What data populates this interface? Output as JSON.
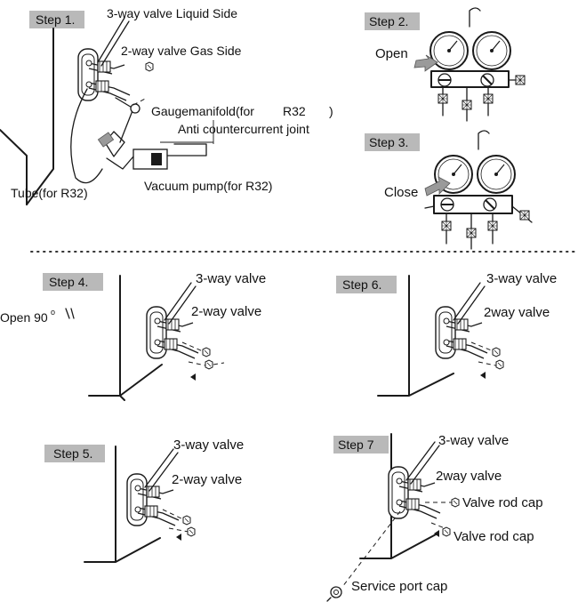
{
  "steps": {
    "step1": "Step 1.",
    "step2": "Step 2.",
    "step3": "Step 3.",
    "step4": "Step 4.",
    "step5": "Step 5.",
    "step6": "Step 6.",
    "step7": "Step 7"
  },
  "step1": {
    "liquid_side": "3-way valve Liquid Side",
    "gas_side": "2-way valve Gas Side",
    "gauge_manifold_a": "Gaugemanifold(for",
    "gauge_manifold_b": "R32",
    "gauge_manifold_c": ")",
    "anti_joint": "Anti countercurrent joint",
    "vacuum_pump": "Vacuum pump(for R32)",
    "tube": "Tube(for R32)"
  },
  "step2": {
    "open": "Open"
  },
  "step3": {
    "close": "Close"
  },
  "step4": {
    "three_way": "3-way valve",
    "two_way": "2-way valve",
    "open90": "Open 90",
    "degree": "o"
  },
  "step5": {
    "three_way": "3-way valve",
    "two_way": "2-way valve"
  },
  "step6": {
    "three_way": "3-way valve",
    "two_way": "2way valve"
  },
  "step7": {
    "three_way": "3-way  valve",
    "two_way": "2way  valve",
    "valve_rod_cap_1": "Valve rod cap",
    "valve_rod_cap_2": "Valve rod cap",
    "service_port_cap": "Service port cap"
  },
  "icons": {
    "gauge": "pressure-gauge-icon",
    "arrow": "gray-arrow-icon",
    "cap": "hex-cap-icon",
    "rotate": "rotation-symbol-icon"
  }
}
